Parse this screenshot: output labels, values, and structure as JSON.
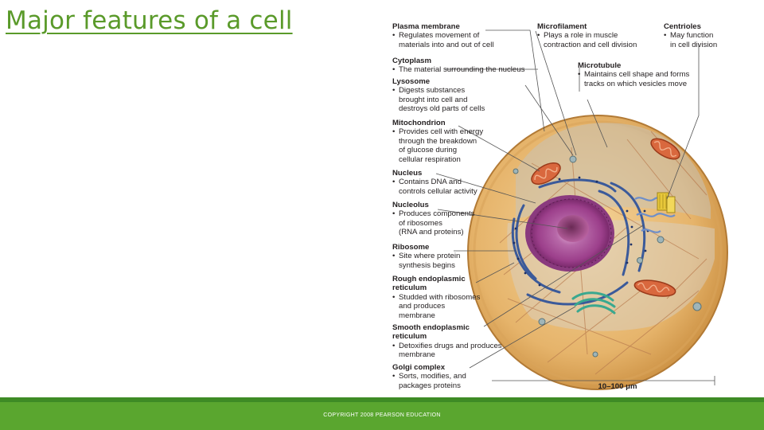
{
  "slide": {
    "title": "Major features of a cell"
  },
  "figure": {
    "labels": [
      {
        "title": "Plasma membrane",
        "lines": [
          "Regulates movement of",
          "materials into and out of cell"
        ]
      },
      {
        "title": "Cytoplasm",
        "lines": [
          "The material surrounding the nucleus"
        ]
      },
      {
        "title": "Lysosome",
        "lines": [
          "Digests substances",
          "brought into cell and",
          "destroys old parts of cells"
        ]
      },
      {
        "title": "Mitochondrion",
        "lines": [
          "Provides cell with energy",
          "through the breakdown",
          "of glucose during",
          "cellular respiration"
        ]
      },
      {
        "title": "Nucleus",
        "lines": [
          "Contains DNA and",
          "controls cellular activity"
        ]
      },
      {
        "title": "Nucleolus",
        "lines": [
          "Produces components",
          "of ribosomes",
          "(RNA and proteins)"
        ]
      },
      {
        "title": "Ribosome",
        "lines": [
          "Site where protein",
          "synthesis begins"
        ]
      },
      {
        "title": "Rough endoplasmic",
        "title2": "reticulum",
        "lines": [
          "Studded with ribosomes",
          "and produces",
          "membrane"
        ]
      },
      {
        "title": "Smooth endoplasmic",
        "title2": "reticulum",
        "lines": [
          "Detoxifies drugs and produces",
          "membrane"
        ]
      },
      {
        "title": "Golgi complex",
        "lines": [
          "Sorts, modifies, and",
          "packages proteins"
        ]
      },
      {
        "title": "Microfilament",
        "lines": [
          "Plays a role in muscle",
          "contraction and cell division"
        ]
      },
      {
        "title": "Centrioles",
        "lines": [
          "May function",
          "in cell division"
        ]
      },
      {
        "title": "Microtubule",
        "lines": [
          "Maintains cell shape and forms",
          "tracks on which vesicles move"
        ]
      }
    ],
    "scale": "10–100 μm"
  },
  "footer": {
    "copyright": "COPYRIGHT 2008 PEARSON EDUCATION"
  },
  "colors": {
    "title": "#5a9a2a",
    "footer": "#5aa62f",
    "footer_dark": "#3e8b25",
    "cell": "#e6b46b",
    "nucleus": "#b0579f"
  }
}
